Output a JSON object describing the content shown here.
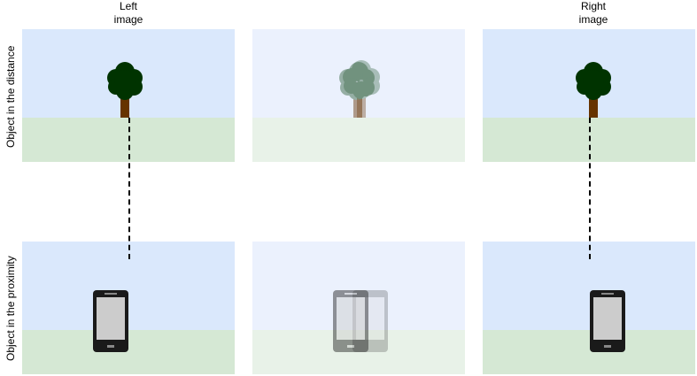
{
  "columns": {
    "left_label": "Left\nimage",
    "right_label": "Right\nimage"
  },
  "rows": {
    "distance_label": "Object in the distance",
    "proximity_label": "Object in the proximity"
  },
  "colors": {
    "sky": "#dae8fc",
    "ground": "#d5e8d4",
    "sky_faded": "#ebf1fd",
    "ground_faded": "#e8f2e8",
    "tree_foliage": "#003300",
    "tree_trunk": "#663300",
    "phone_body": "#1a1a1a",
    "phone_screen": "#cccccc"
  },
  "icons": [
    "tree-icon",
    "phone-icon"
  ]
}
